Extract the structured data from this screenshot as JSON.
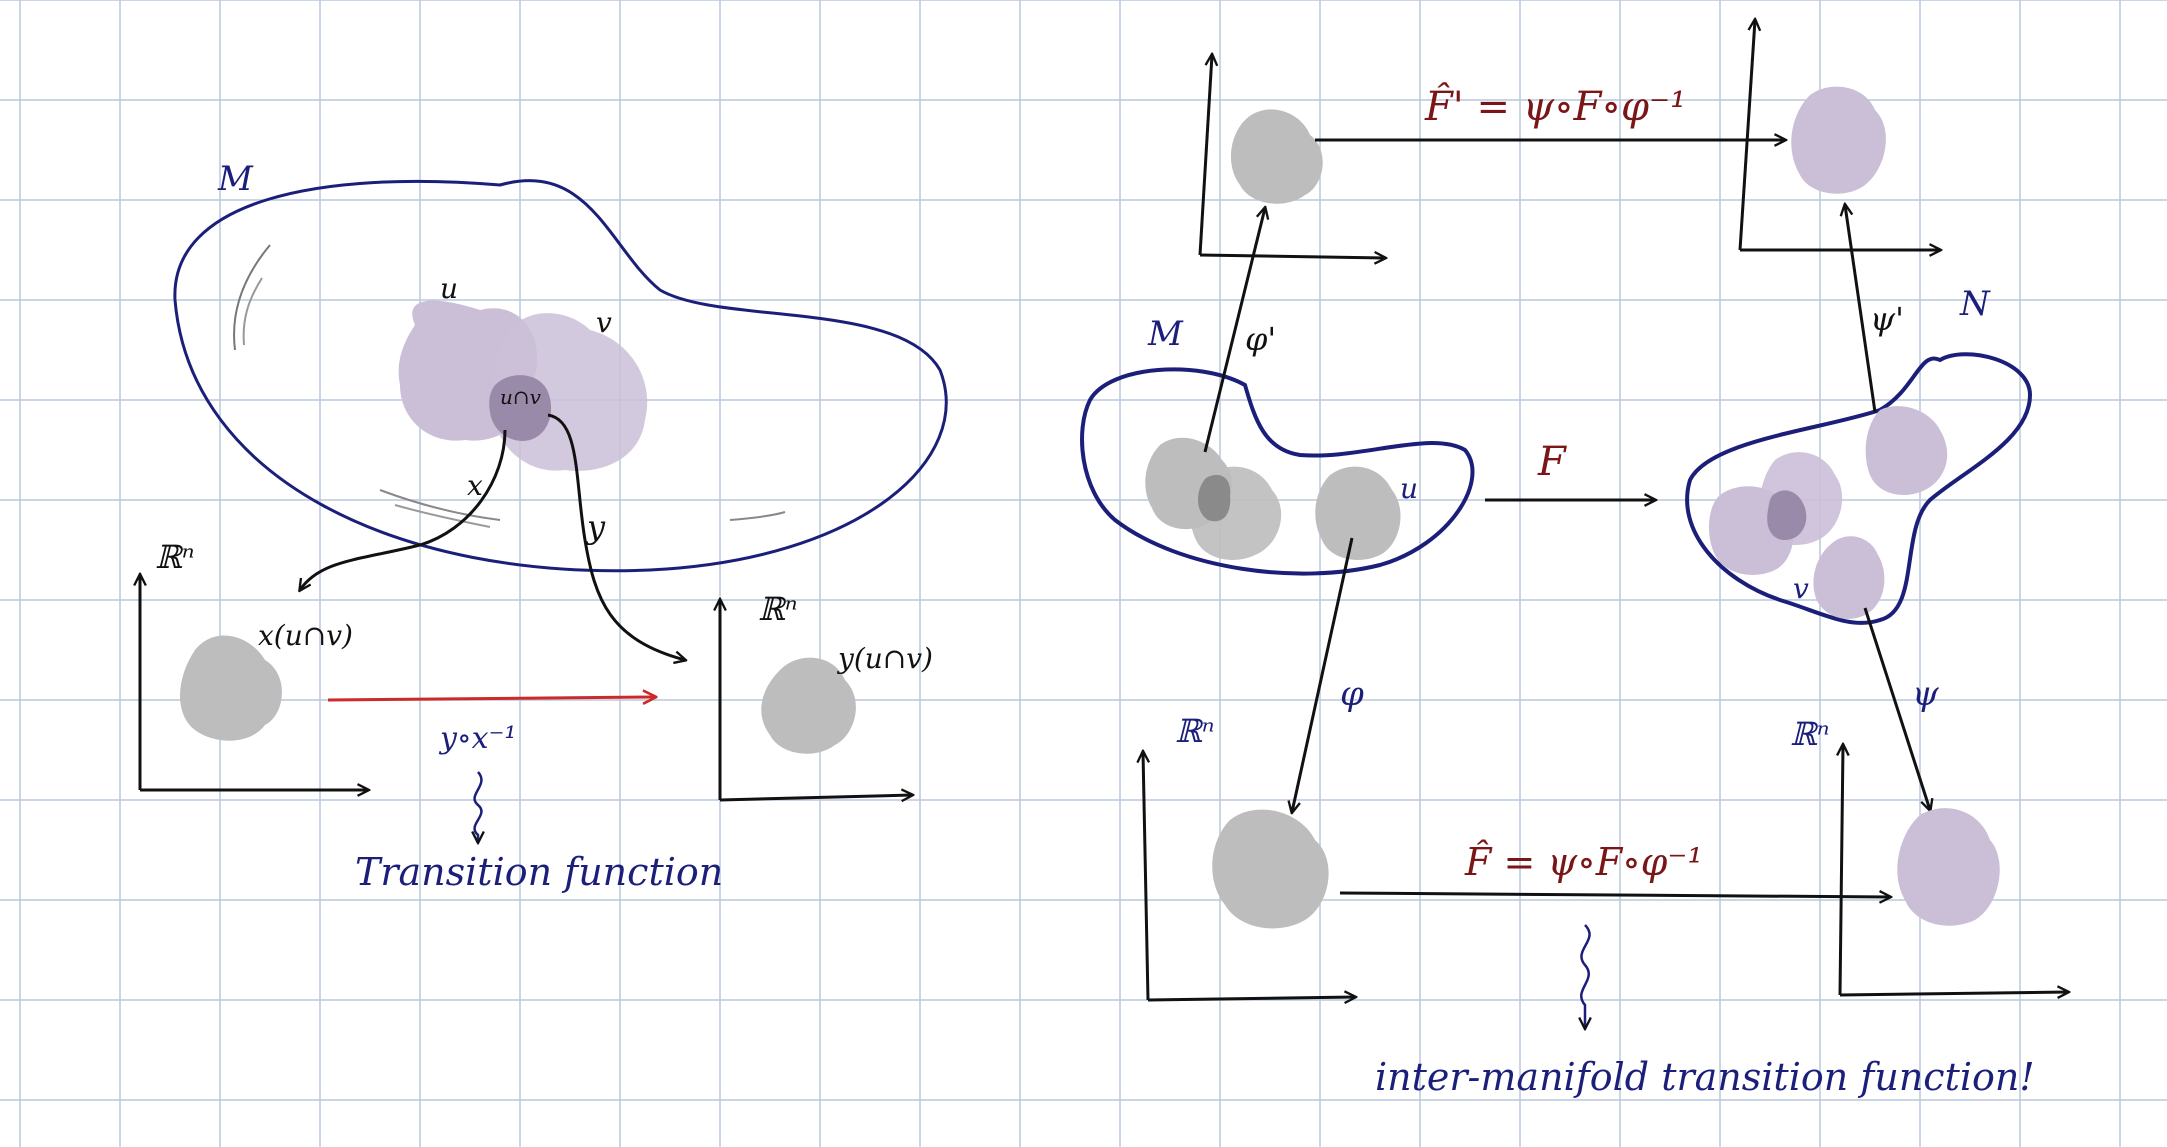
{
  "colors": {
    "grid": "#b9c8dd",
    "ink": "#111111",
    "navy": "#1b1f7a",
    "maroon": "#7a1616",
    "red_arrow": "#cc2a2a",
    "gray_blob": "#bdbdbd",
    "purple_blob": "#cbbfd8",
    "overlap": "#9a8aa9"
  },
  "left": {
    "manifold_label": "M",
    "set_u": "u",
    "set_v": "v",
    "intersection": "u∩v",
    "chart_x": "x",
    "chart_y": "y",
    "space_left": "ℝⁿ",
    "space_right": "ℝⁿ",
    "image_x": "x(u∩v)",
    "image_y": "y(u∩v)",
    "composition": "y∘x⁻¹",
    "caption": "Transition function"
  },
  "right": {
    "manifold_m": "M",
    "manifold_n": "N",
    "set_u": "u",
    "set_v": "v",
    "map_f": "F",
    "phi": "φ",
    "phi_prime": "φ'",
    "psi": "ψ",
    "psi_prime": "ψ'",
    "space_bl": "ℝⁿ",
    "space_br": "ℝⁿ",
    "f_hat_prime": "F̂' = ψ∘F∘φ⁻¹",
    "f_hat": "F̂ = ψ∘F∘φ⁻¹",
    "caption": "inter-manifold transition function!"
  }
}
